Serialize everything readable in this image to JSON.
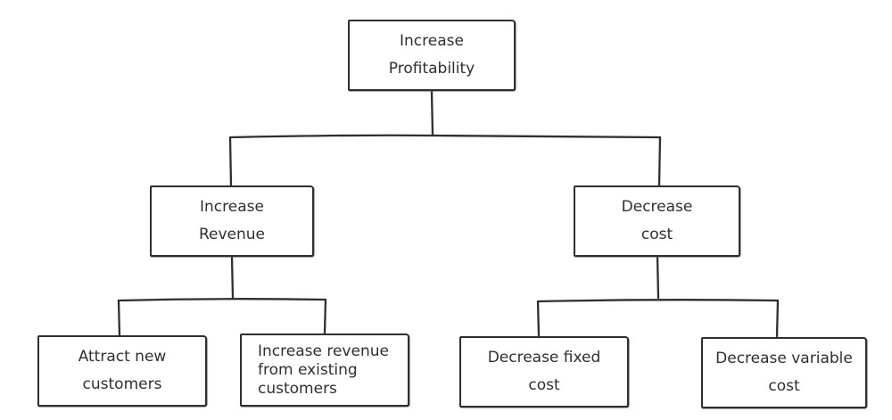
{
  "root": {
    "label": "Increase\nProfitability"
  },
  "branches": {
    "revenue": {
      "label": "Increase\nRevenue",
      "children": [
        {
          "label": "Attract new\ncustomers"
        },
        {
          "label": "Increase revenue\nfrom existing\ncustomers"
        }
      ]
    },
    "cost": {
      "label": "Decrease\ncost",
      "children": [
        {
          "label": "Decrease fixed\ncost"
        },
        {
          "label": "Decrease variable\ncost"
        }
      ]
    }
  },
  "colors": {
    "stroke": "#2f2f2f",
    "text": "#2f2f2f",
    "background": "#ffffff"
  }
}
